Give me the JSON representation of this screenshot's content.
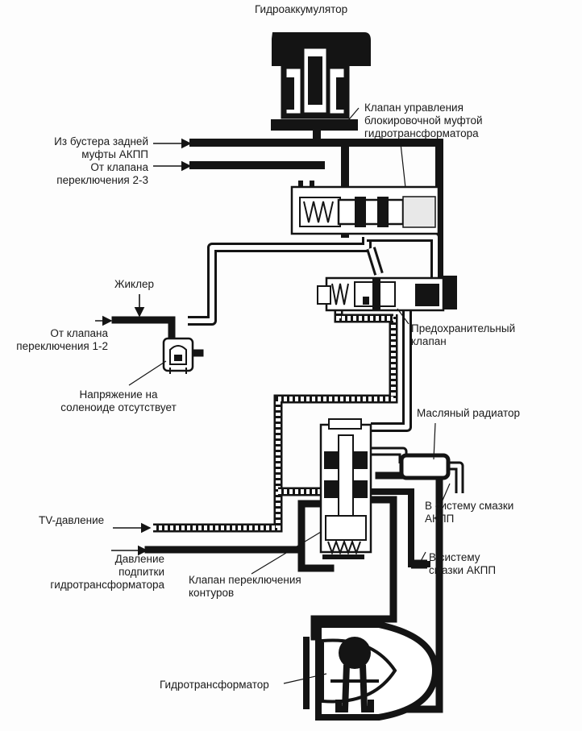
{
  "labels": {
    "accumulator": "Гидроаккумулятор",
    "lockup_valve": [
      "Клапан управления",
      "блокировочной муфтой",
      "гидротрансформатора"
    ],
    "rear_clutch_booster": [
      "Из бустера задней",
      "муфты АКПП"
    ],
    "shift_valve_2_3": [
      "От клапана",
      "переключения 2-3"
    ],
    "orifice": "Жиклер",
    "shift_valve_1_2": [
      "От клапана",
      "переключения 1-2"
    ],
    "solenoid_state": [
      "Напряжение на",
      "соленоиде отсутствует"
    ],
    "relief_valve": [
      "Предохранительный",
      "клапан"
    ],
    "oil_cooler": "Масляный радиатор",
    "lube_1": [
      "В систему смазки",
      "АКПП"
    ],
    "lube_2": [
      "В систему",
      "смазки АКПП"
    ],
    "tv_pressure": "TV-давление",
    "converter_feed": [
      "Давление",
      "подпитки",
      "гидротрансформатора"
    ],
    "circuit_switch_valve": [
      "Клапан переключения",
      "контуров"
    ],
    "torque_converter": "Гидротрансформатор"
  },
  "colors": {
    "ink": "#141414",
    "paper": "#fdfdfd",
    "fluid_high": "#141414",
    "fluid_low": "#ffffff",
    "fluid_tv": "dotted"
  },
  "symbols": [
    "arrow-icon",
    "spring-icon",
    "solenoid-icon",
    "valve-spool-icon"
  ]
}
